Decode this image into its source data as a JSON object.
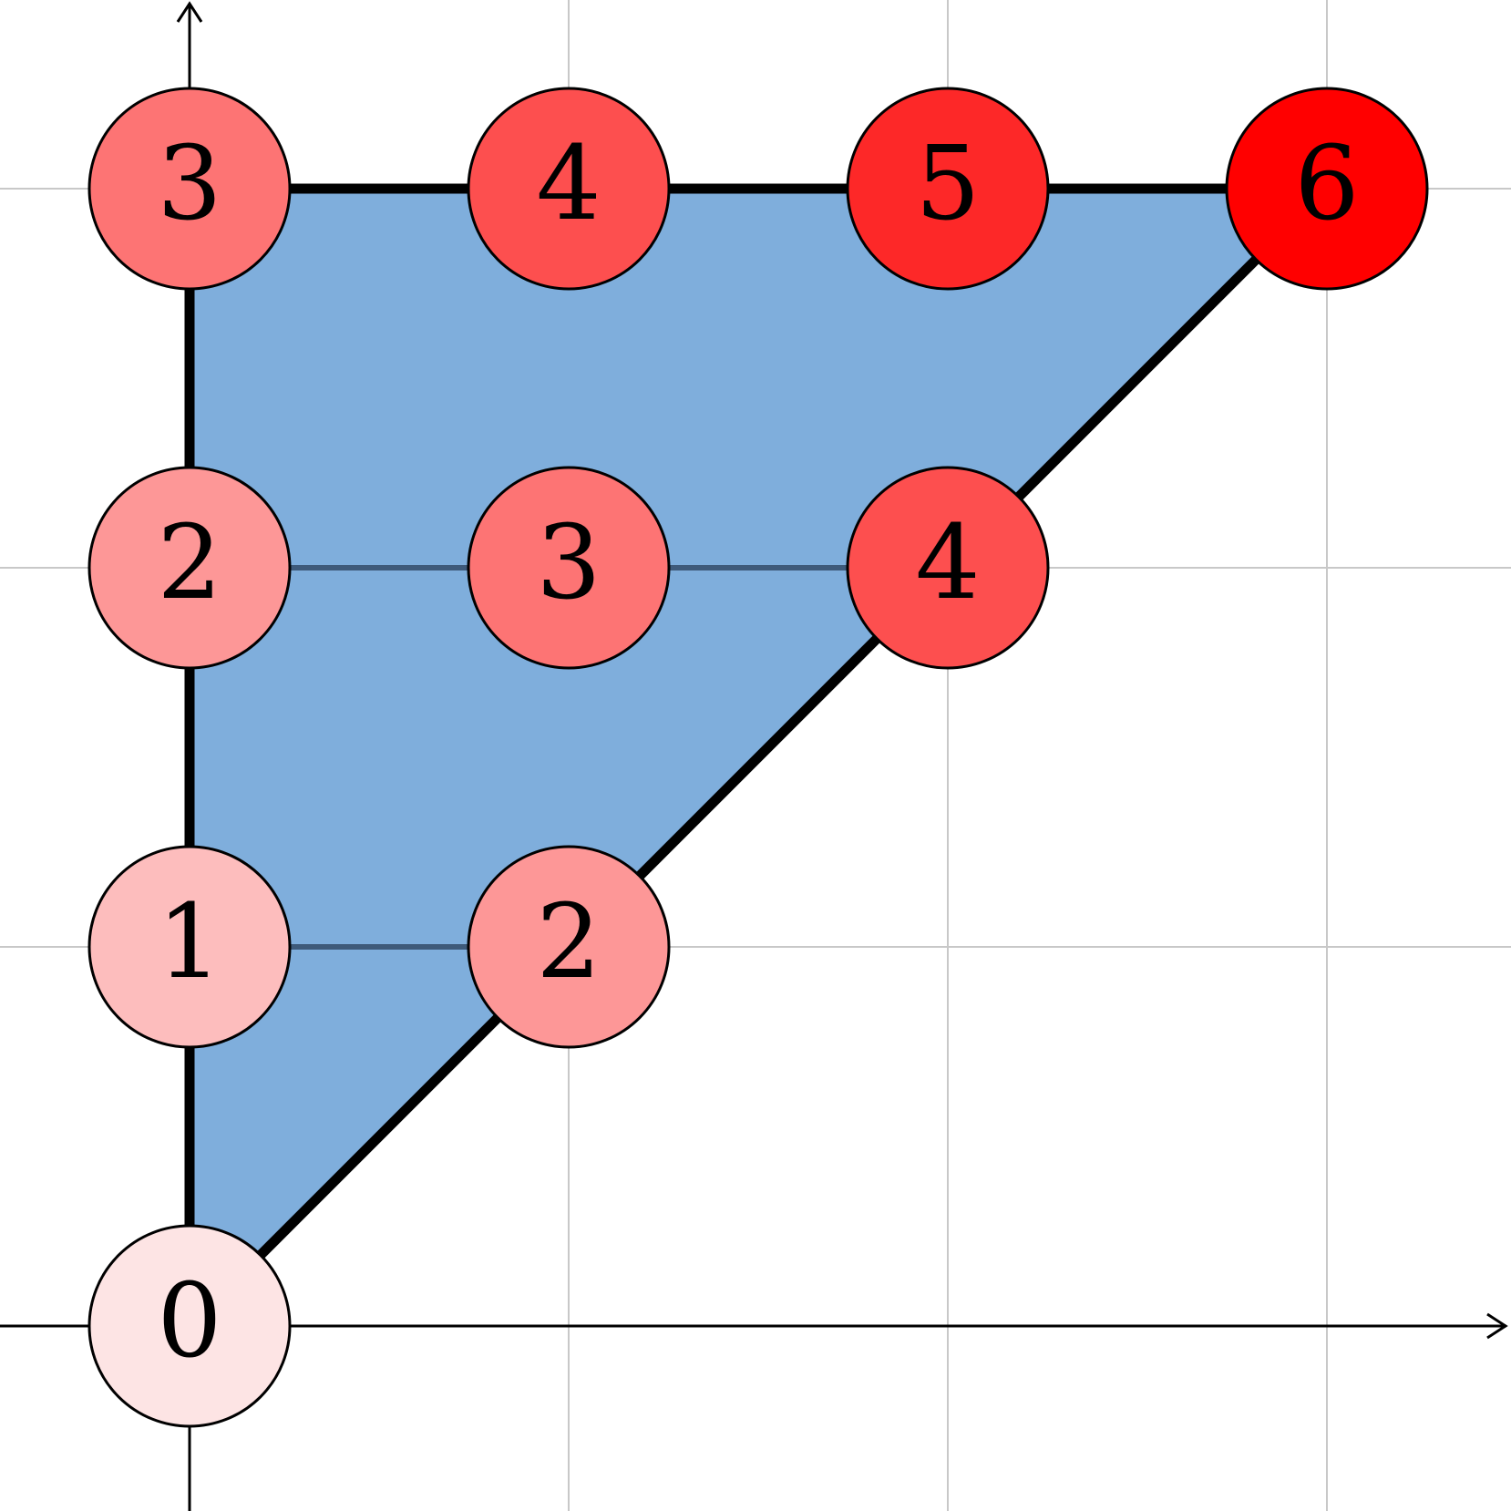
{
  "diagram": {
    "grid": {
      "columns": [
        0,
        1,
        2,
        3
      ],
      "rows": [
        0,
        1,
        2,
        3
      ]
    },
    "region_color": "#7faedc",
    "node_colors": {
      "0": "#fde4e4",
      "1": "#fdbdbd",
      "2": "#fd9797",
      "3": "#fd7474",
      "4": "#fd4f4f",
      "5": "#fd2828",
      "6": "#ff0000"
    },
    "nodes": [
      {
        "col": 0,
        "row": 0,
        "label": "0"
      },
      {
        "col": 0,
        "row": 1,
        "label": "1"
      },
      {
        "col": 1,
        "row": 1,
        "label": "2"
      },
      {
        "col": 0,
        "row": 2,
        "label": "2"
      },
      {
        "col": 1,
        "row": 2,
        "label": "3"
      },
      {
        "col": 2,
        "row": 2,
        "label": "4"
      },
      {
        "col": 0,
        "row": 3,
        "label": "3"
      },
      {
        "col": 1,
        "row": 3,
        "label": "4"
      },
      {
        "col": 2,
        "row": 3,
        "label": "5"
      },
      {
        "col": 3,
        "row": 3,
        "label": "6"
      }
    ],
    "outer_edges": [
      {
        "from": [
          0,
          0
        ],
        "to": [
          0,
          3
        ]
      },
      {
        "from": [
          0,
          3
        ],
        "to": [
          3,
          3
        ]
      },
      {
        "from": [
          0,
          0
        ],
        "to": [
          3,
          3
        ]
      }
    ],
    "inner_edges": [
      {
        "from": [
          0,
          1
        ],
        "to": [
          1,
          1
        ]
      },
      {
        "from": [
          0,
          2
        ],
        "to": [
          2,
          2
        ]
      }
    ]
  }
}
